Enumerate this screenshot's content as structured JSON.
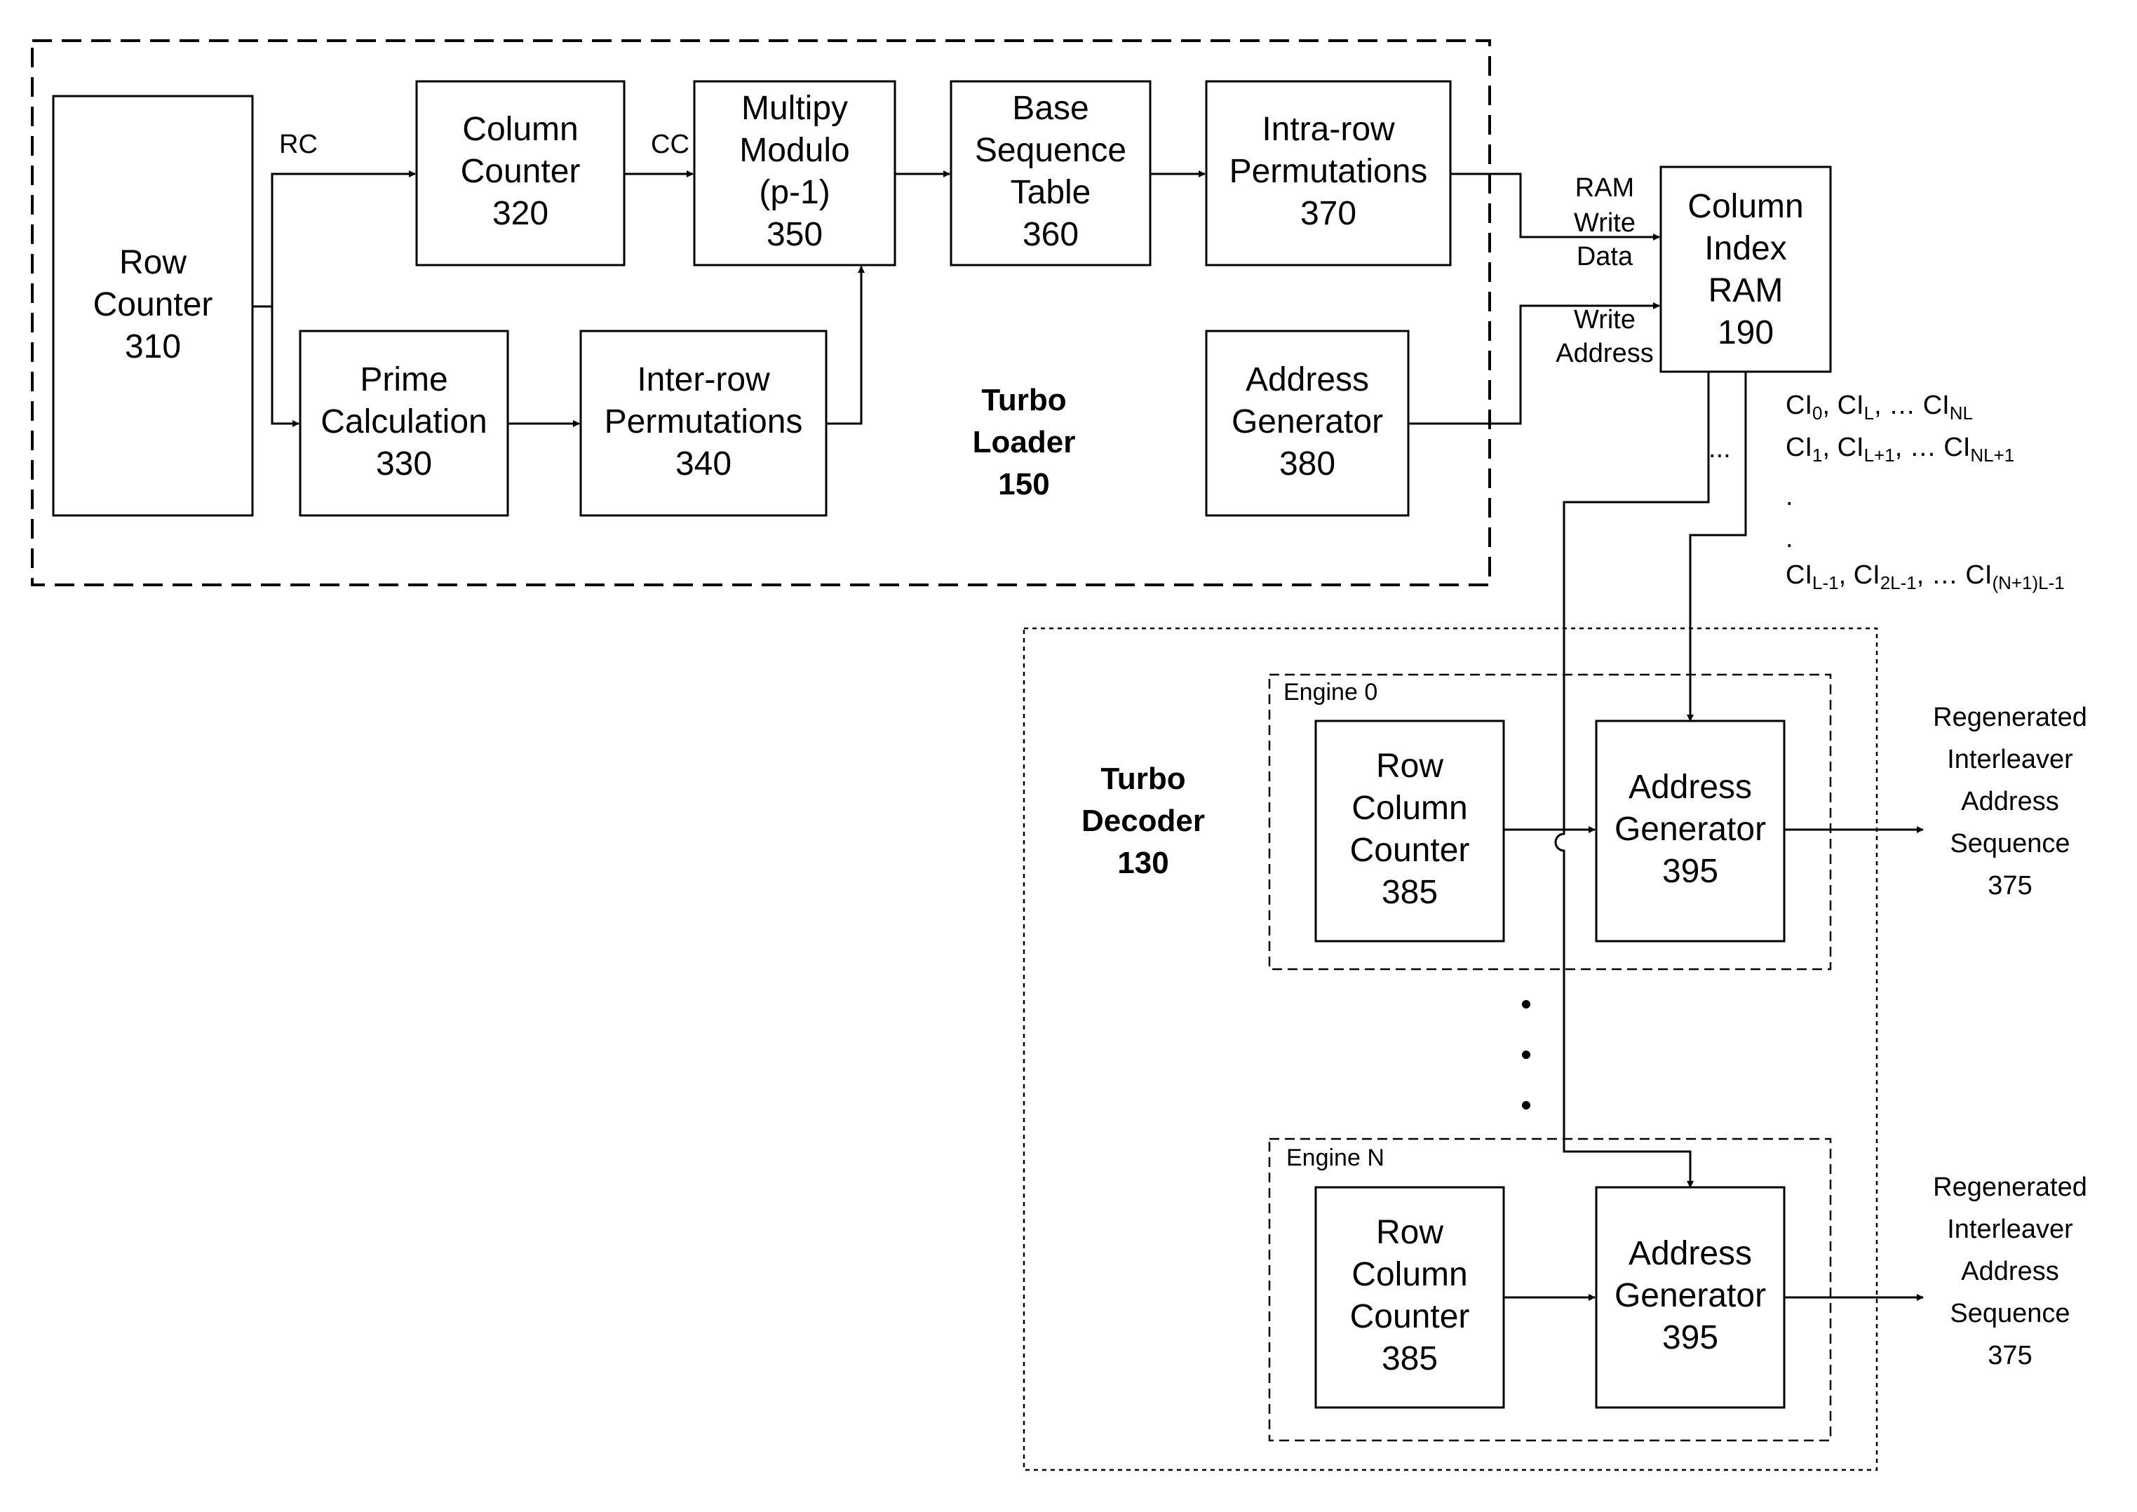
{
  "turbo_loader": {
    "title_line1": "Turbo",
    "title_line2": "Loader",
    "title_num": "150",
    "blocks": {
      "row_counter": [
        "Row",
        "Counter",
        "310"
      ],
      "column_counter": [
        "Column",
        "Counter",
        "320"
      ],
      "multiply_modulo": [
        "Multipy",
        "Modulo",
        "(p-1)",
        "350"
      ],
      "base_sequence": [
        "Base",
        "Sequence",
        "Table",
        "360"
      ],
      "intra_row": [
        "Intra-row",
        "Permutations",
        "370"
      ],
      "prime_calc": [
        "Prime",
        "Calculation",
        "330"
      ],
      "inter_row": [
        "Inter-row",
        "Permutations",
        "340"
      ],
      "address_gen": [
        "Address",
        "Generator",
        "380"
      ]
    },
    "signals": {
      "rc": "RC",
      "cc": "CC"
    }
  },
  "ram": {
    "block": [
      "Column",
      "Index",
      "RAM",
      "190"
    ],
    "write_data": [
      "RAM",
      "Write",
      "Data"
    ],
    "write_address": [
      "Write",
      "Address"
    ],
    "ellipsis": "..."
  },
  "column_indices": {
    "row1": [
      "CI",
      "0",
      ", CI",
      "L",
      ", … CI",
      "NL"
    ],
    "row2": [
      "CI",
      "1",
      ", CI",
      "L+1",
      ", … CI",
      "NL+1"
    ],
    "dot1": ".",
    "dot2": ".",
    "row3": [
      "CI",
      "L-1",
      ", CI",
      "2L-1",
      ", … CI",
      "(N+1)L-1"
    ]
  },
  "turbo_decoder": {
    "title_line1": "Turbo",
    "title_line2": "Decoder",
    "title_num": "130",
    "engine0": {
      "label": "Engine 0",
      "rcc": [
        "Row",
        "Column",
        "Counter",
        "385"
      ],
      "ag": [
        "Address",
        "Generator",
        "395"
      ]
    },
    "engineN": {
      "label": "Engine N",
      "rcc": [
        "Row",
        "Column",
        "Counter",
        "385"
      ],
      "ag": [
        "Address",
        "Generator",
        "395"
      ]
    },
    "output": [
      "Regenerated",
      "Interleaver",
      "Address",
      "Sequence",
      "375"
    ]
  }
}
